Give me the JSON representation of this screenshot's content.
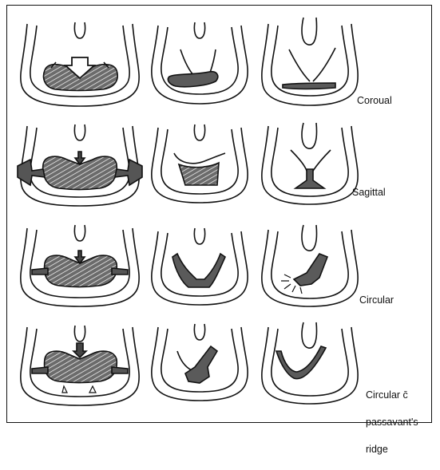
{
  "labels": {
    "coronal": "Coroual",
    "sagittal": "Sagittal",
    "circular": "Circular",
    "circular_passavant_line1": "Circular c̄",
    "circular_passavant_line2": "passavant's",
    "circular_passavant_line3": "ridge"
  },
  "colors": {
    "ink": "#111111",
    "fill": "#5a5a5a",
    "paper": "#ffffff"
  }
}
